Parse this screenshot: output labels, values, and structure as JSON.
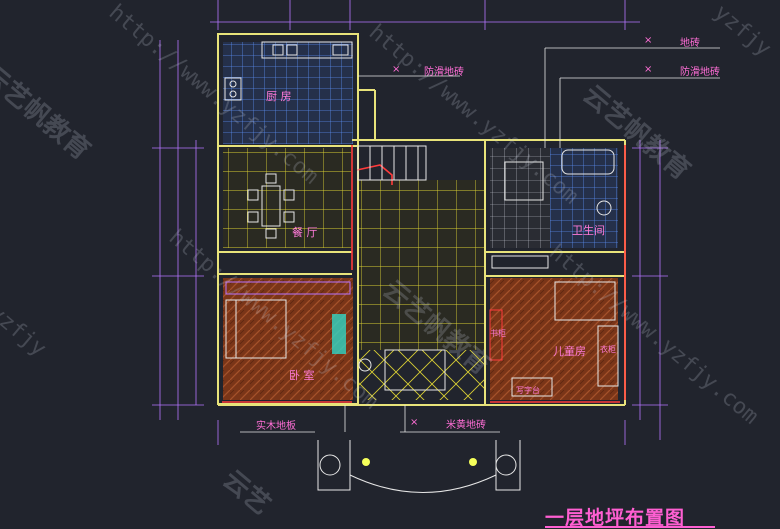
{
  "title": "一层地坪布置图",
  "rooms": {
    "kitchen": "厨 房",
    "dining": "餐 厅",
    "bedroom": "卧 室",
    "bathroom": "卫生间",
    "kids_room": "儿童房"
  },
  "furniture": {
    "bookcase": "书柜",
    "wardrobe": "衣柜",
    "desk": "写字台"
  },
  "legend": {
    "floor_tile": "地砖",
    "antislip_tile_right": "防滑地砖",
    "antislip_tile_kitchen": "防滑地砖",
    "wood_floor": "实木地板",
    "beige_tile": "米黄地砖",
    "mark": "×"
  },
  "watermarks": {
    "url": "http://www.yzfjy.com",
    "brand": "云艺帆教育",
    "brand_short": "云艺",
    "url_short": "yzfjy"
  },
  "colors": {
    "background": "#21242d",
    "wall": "#e8e37a",
    "wall_red": "#ff3b3b",
    "grid": "#d8cf33",
    "tile_blue": "#4a78d6",
    "wood": "#8b3e1e",
    "label": "#ff7ad9",
    "dim_line": "#b574ff",
    "white": "#e6e6e6"
  }
}
